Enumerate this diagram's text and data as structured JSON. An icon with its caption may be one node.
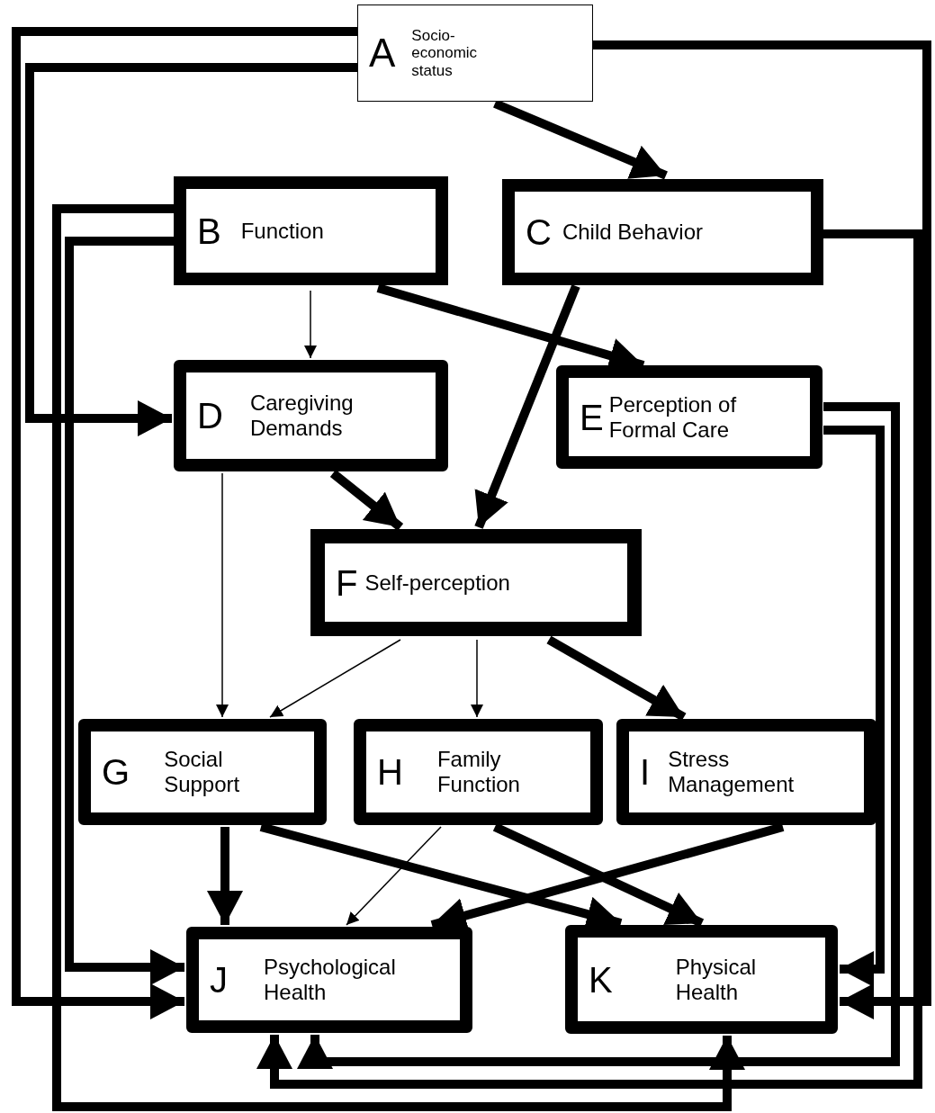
{
  "diagram": {
    "nodes": [
      {
        "text": [
          "A",
          "Socio-economic status"
        ]
      },
      {
        "text": [
          "B",
          "Function"
        ]
      },
      {
        "text": [
          "C",
          "Child Behavior"
        ]
      },
      {
        "text": [
          "D",
          "Caregiving Demands"
        ]
      },
      {
        "text": [
          "E",
          "Perception of Formal Care"
        ]
      },
      {
        "text": [
          "F",
          "Self-perception"
        ]
      },
      {
        "text": [
          "G",
          "Social Support"
        ]
      },
      {
        "text": [
          "H",
          "Family Function"
        ]
      },
      {
        "text": [
          "I",
          "Stress Management"
        ]
      },
      {
        "text": [
          "J",
          "Psychological Health"
        ]
      },
      {
        "text": [
          "K",
          "Physical Health"
        ]
      }
    ],
    "edges": [
      {
        "from": 0,
        "to": 2,
        "arrow": "to"
      },
      {
        "from": 0,
        "to": 3,
        "arrow": "to"
      },
      {
        "from": 0,
        "to": 9,
        "arrow": "to"
      },
      {
        "from": 0,
        "to": 10,
        "arrow": "to"
      },
      {
        "from": 1,
        "to": 3,
        "arrow": "to"
      },
      {
        "from": 1,
        "to": 4,
        "arrow": "to"
      },
      {
        "from": 1,
        "to": 9,
        "arrow": "to"
      },
      {
        "from": 1,
        "to": 10,
        "arrow": "to"
      },
      {
        "from": 2,
        "to": 5,
        "arrow": "to"
      },
      {
        "from": 2,
        "to": 9,
        "arrow": "to"
      },
      {
        "from": 3,
        "to": 5,
        "arrow": "to"
      },
      {
        "from": 3,
        "to": 6,
        "arrow": "to"
      },
      {
        "from": 4,
        "to": 9,
        "arrow": "to"
      },
      {
        "from": 4,
        "to": 10,
        "arrow": "to"
      },
      {
        "from": 5,
        "to": 6,
        "arrow": "to"
      },
      {
        "from": 5,
        "to": 7,
        "arrow": "to"
      },
      {
        "from": 5,
        "to": 8,
        "arrow": "to"
      },
      {
        "from": 6,
        "to": 9,
        "arrow": "to"
      },
      {
        "from": 6,
        "to": 10,
        "arrow": "to"
      },
      {
        "from": 7,
        "to": 9,
        "arrow": "to"
      },
      {
        "from": 7,
        "to": 10,
        "arrow": "to"
      },
      {
        "from": 8,
        "to": 9,
        "arrow": "to"
      }
    ]
  }
}
